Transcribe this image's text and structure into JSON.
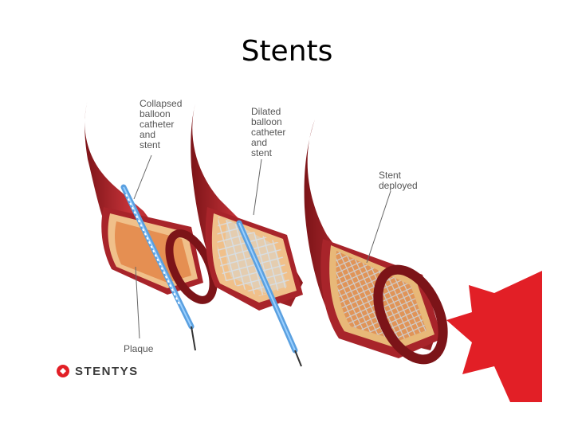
{
  "slide": {
    "title": "Stents"
  },
  "figure": {
    "labels": {
      "collapsed": [
        "Collapsed",
        "balloon",
        "catheter",
        "and",
        "stent"
      ],
      "dilated": [
        "Dilated",
        "balloon",
        "catheter",
        "and",
        "stent"
      ],
      "deployed": [
        "Stent",
        "deployed"
      ],
      "plaque": "Plaque"
    },
    "logo": "STENTYS"
  },
  "colors": {
    "vessel": "#b3262a",
    "vessel_dark": "#7c1418",
    "vessel_light": "#d9545a",
    "plaque": "#e8a95a",
    "catheter": "#4a90d0",
    "accent_red": "#e21f26"
  }
}
